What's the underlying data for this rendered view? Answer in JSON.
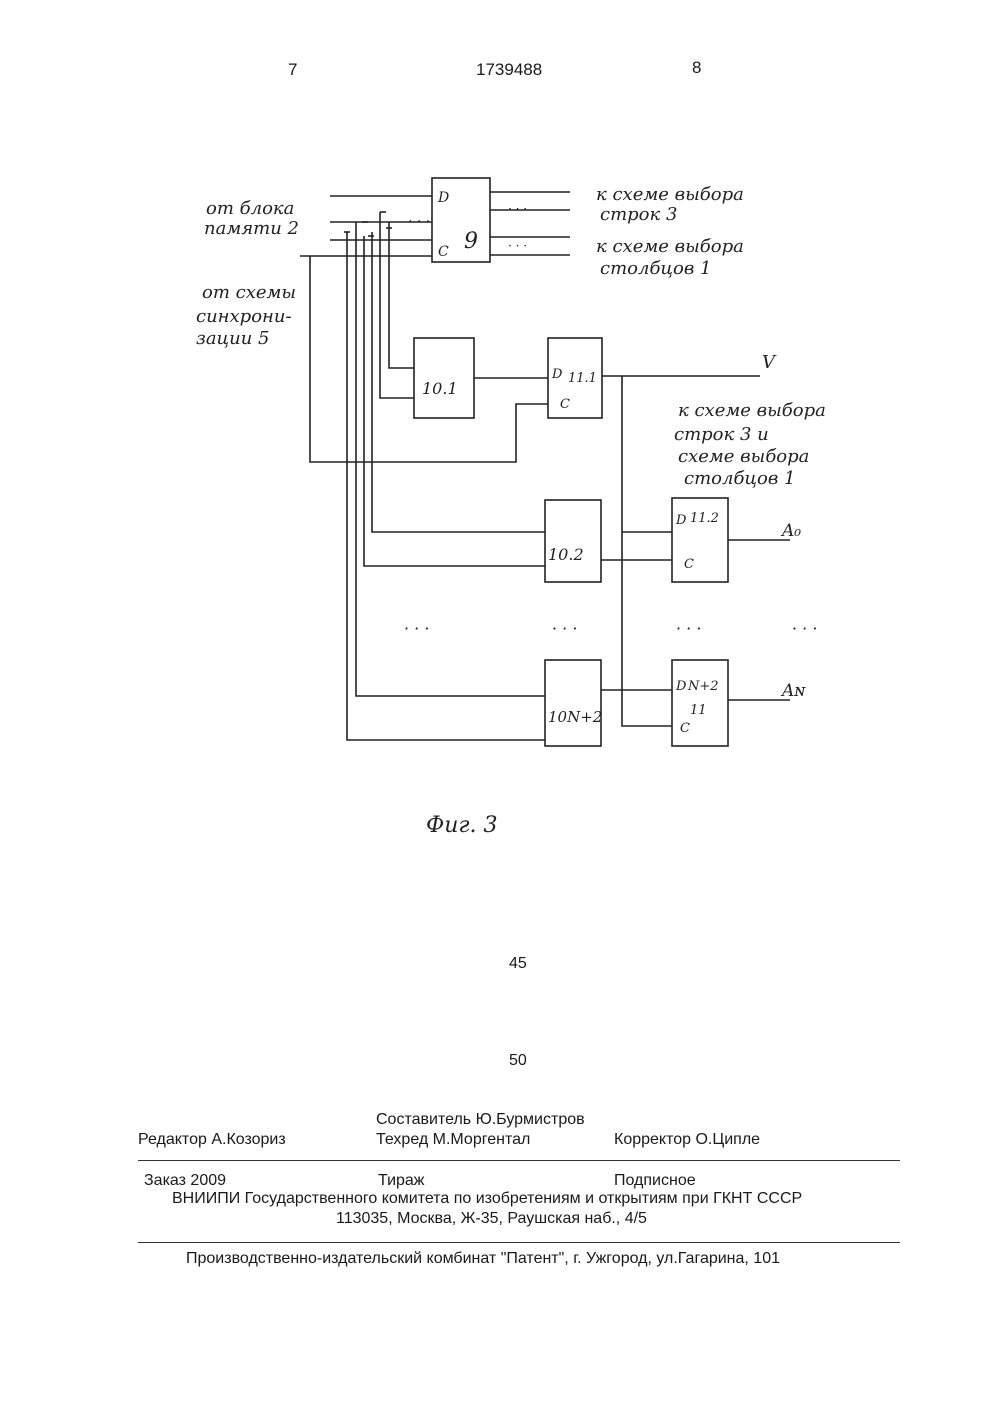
{
  "header": {
    "page_left": "7",
    "patent_number": "1739488",
    "page_right": "8"
  },
  "diagram": {
    "labels": {
      "from_memory": [
        "от блока",
        "памяти 2"
      ],
      "from_sync": [
        "от схемы",
        "синхрони-",
        "зации 5"
      ],
      "to_rows": [
        "к схеме выбора",
        "строк 3"
      ],
      "to_cols": [
        "к схеме выбора",
        "столбцов 1"
      ],
      "to_rows_and_cols": [
        "к схеме выбора",
        "строк 3 и",
        "схеме выбора",
        "столбцов 1"
      ],
      "dots": "· · ·",
      "out_v": "V",
      "out_a0": "A₀",
      "out_an": "Aɴ",
      "fig_caption": "Фиг. 3"
    },
    "blocks": {
      "b9": {
        "num": "9",
        "pin_d": "D",
        "pin_c": "C"
      },
      "b10_1": {
        "num": "10.1"
      },
      "b10_2": {
        "num": "10.2"
      },
      "b10_n2": {
        "num": "10N+2"
      },
      "b11_1": {
        "num": "11.1",
        "pin_d": "D",
        "pin_c": "C"
      },
      "b11_2": {
        "num": "11.2",
        "pin_d": "D",
        "pin_c": "C"
      },
      "b11_n2": {
        "num": "N+2",
        "num2": "11",
        "pin_d": "D",
        "pin_c": "C"
      }
    }
  },
  "margin_numbers": {
    "line_45": "45",
    "line_50": "50"
  },
  "colophon": {
    "compiler": "Составитель Ю.Бурмистров",
    "editor": "Редактор  А.Козориз",
    "techred": "Техред М.Моргентал",
    "corrector": "Корректор  О.Ципле",
    "order": "Заказ 2009",
    "circulation": "Тираж",
    "subscription": "Подписное",
    "institution": "ВНИИПИ Государственного комитета по изобретениям и открытиям при ГКНТ СССР",
    "address": "113035, Москва, Ж-35, Раушская наб., 4/5",
    "printer": "Производственно-издательский комбинат \"Патент\", г. Ужгород, ул.Гагарина, 101"
  }
}
